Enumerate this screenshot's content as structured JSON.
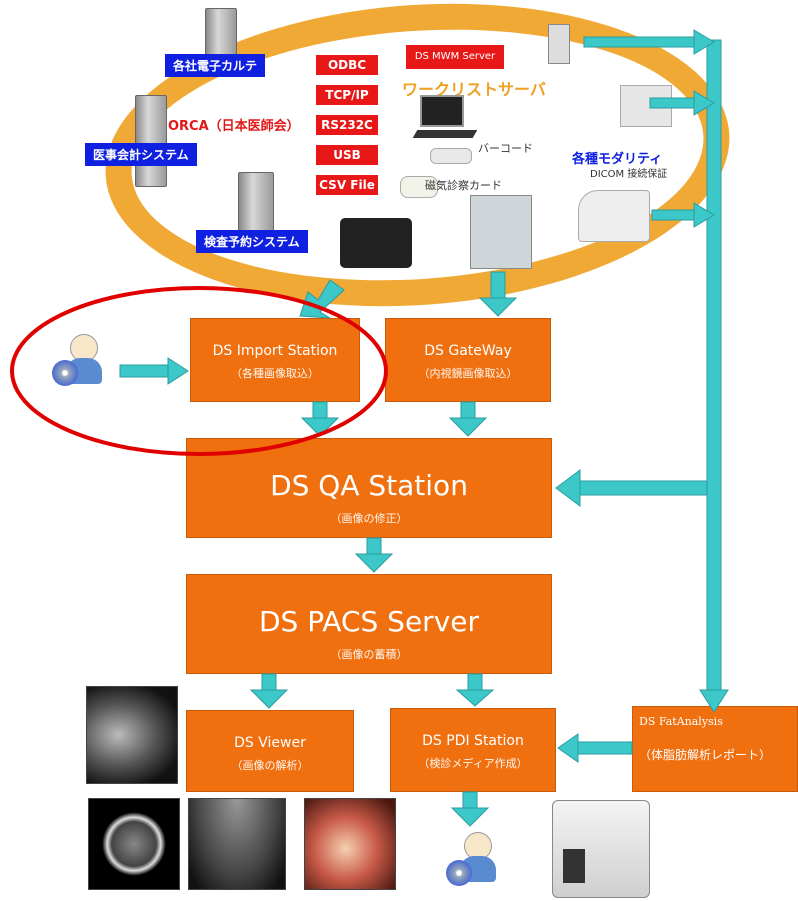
{
  "ring": {
    "systems": [
      "各社電子カルテ",
      "ORCA（日本医師会）",
      "医事会計システム",
      "検査予約システム"
    ],
    "protocols": [
      "ODBC",
      "TCP/IP",
      "RS232C",
      "USB",
      "CSV File"
    ],
    "mwm_server": "DS MWM Server",
    "worklist_server": "ワークリストサーバ",
    "barcode": "バーコード",
    "magnetic_card": "磁気診察カード",
    "modality_title": "各種モダリティ",
    "modality_subtitle": "DICOM 接続保証"
  },
  "stations": {
    "import": {
      "title": "DS Import Station",
      "subtitle": "（各種画像取込）"
    },
    "gateway": {
      "title": "DS GateWay",
      "subtitle": "（内視鏡画像取込）"
    },
    "qa": {
      "title": "DS QA Station",
      "subtitle": "（画像の修正）"
    },
    "pacs": {
      "title": "DS PACS Server",
      "subtitle": "（画像の蓄積）"
    },
    "viewer": {
      "title": "DS Viewer",
      "subtitle": "（画像の解析）"
    },
    "pdi": {
      "title": "DS PDI Station",
      "subtitle": "（検診メディア作成）"
    },
    "fat": {
      "title": "DS FatAnalysis",
      "subtitle": "（体脂肪解析レポート）"
    }
  },
  "colors": {
    "orange": "#f07010",
    "arrow": "#3cc8c8",
    "ring": "#f0a020",
    "label_blue": "#1020e0",
    "tag_red": "#e81818",
    "highlight": "#e00000"
  }
}
